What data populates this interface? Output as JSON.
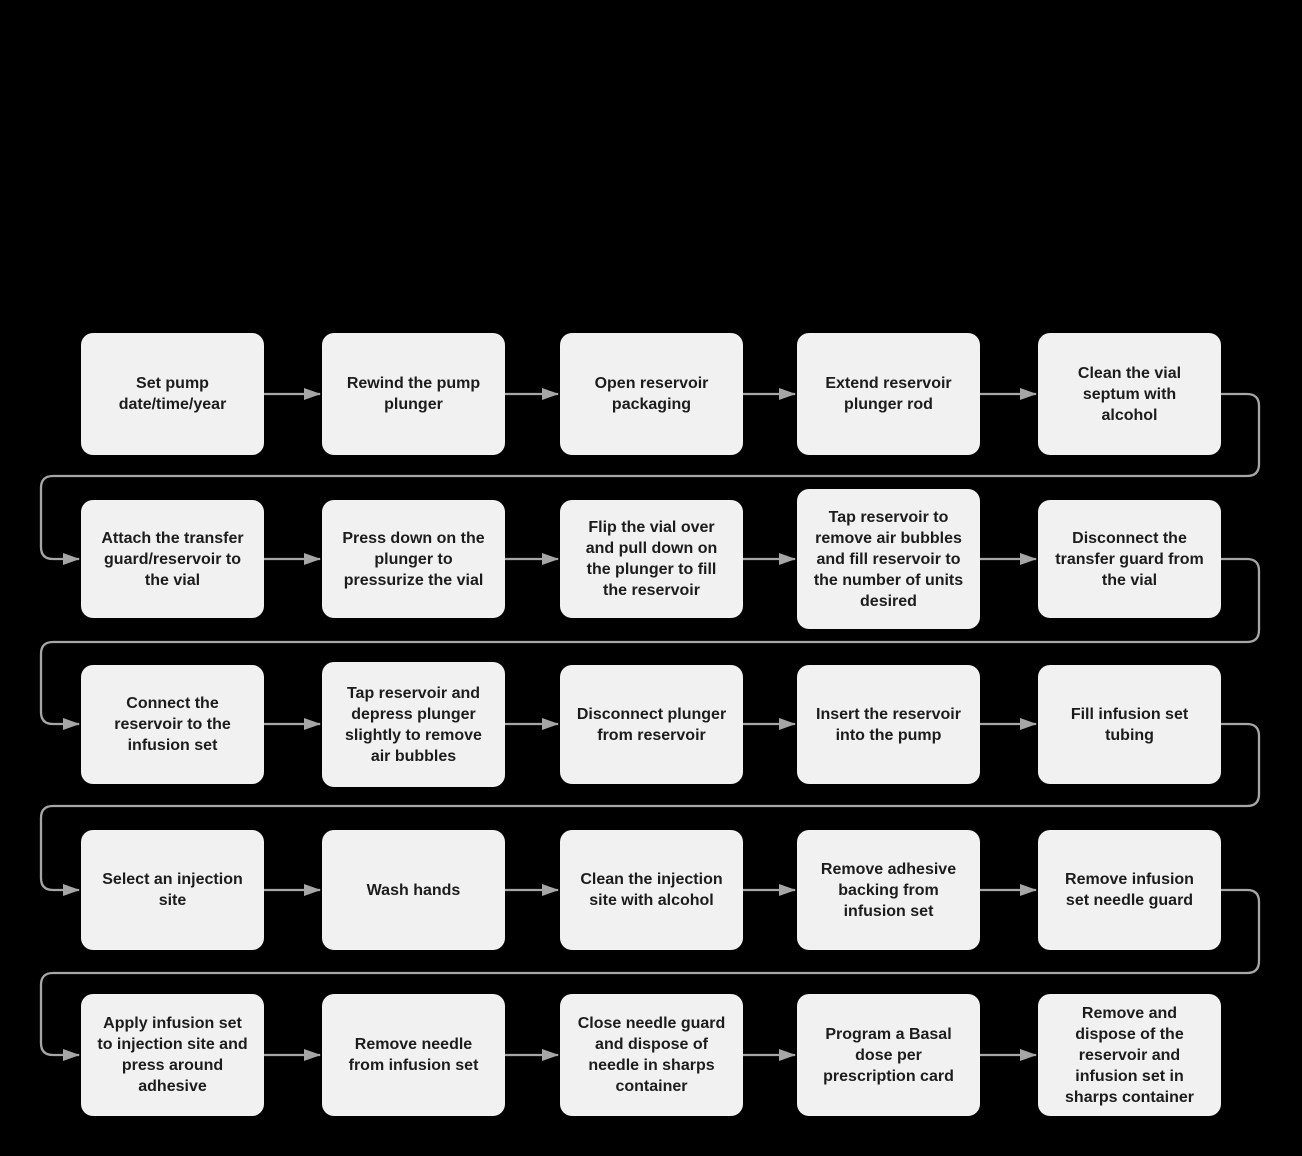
{
  "diagram": {
    "type": "flowchart",
    "colors": {
      "background": "#000000",
      "node_fill": "#f1f1f1",
      "node_text": "#1c1c1c",
      "connector": "#a6a6a6"
    },
    "rows": [
      {
        "steps": [
          "Set pump date/time/year",
          "Rewind the pump plunger",
          "Open reservoir packaging",
          "Extend reservoir plunger rod",
          "Clean the vial septum with alcohol"
        ]
      },
      {
        "steps": [
          "Attach the transfer guard/reservoir to the vial",
          "Press down on the plunger to pressurize the vial",
          "Flip the vial over and pull down on the plunger to fill the reservoir",
          "Tap reservoir to remove air bubbles and fill reservoir to the number of units desired",
          "Disconnect the transfer guard from the vial"
        ]
      },
      {
        "steps": [
          "Connect the reservoir to the infusion set",
          "Tap reservoir and depress plunger slightly to remove air bubbles",
          "Disconnect plunger from reservoir",
          "Insert the reservoir into the pump",
          "Fill infusion set tubing"
        ]
      },
      {
        "steps": [
          "Select an injection site",
          "Wash hands",
          "Clean the injection site with alcohol",
          "Remove adhesive backing from infusion set",
          "Remove infusion set needle guard"
        ]
      },
      {
        "steps": [
          "Apply infusion set to injection site and press around adhesive",
          "Remove needle from infusion set",
          "Close needle guard and dispose of needle in sharps container",
          "Program a Basal dose per prescription card",
          "Remove and dispose of the reservoir and infusion set in sharps container"
        ]
      }
    ]
  }
}
